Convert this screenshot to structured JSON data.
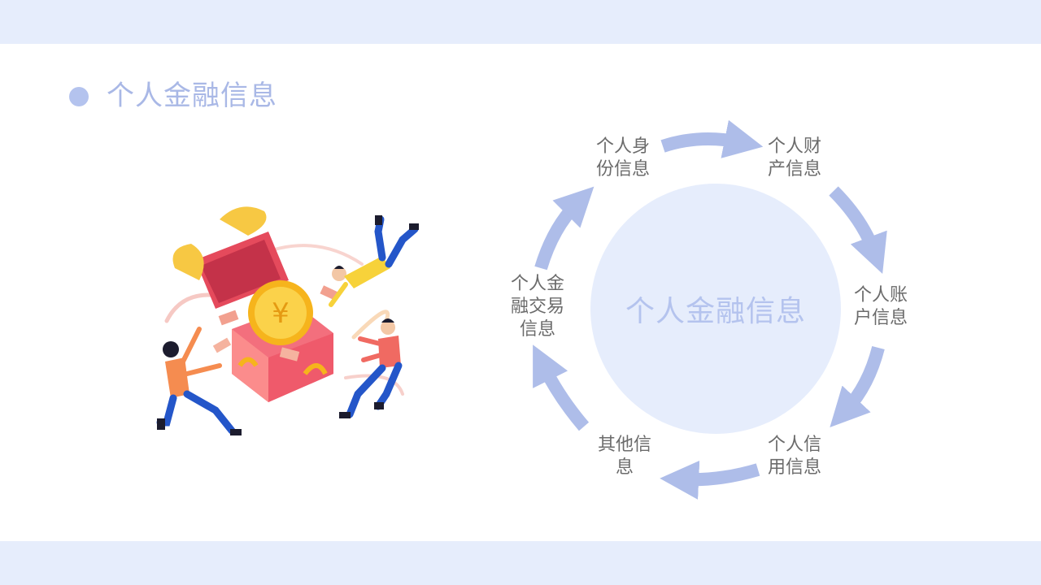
{
  "slide": {
    "title": "个人金融信息"
  },
  "diagram": {
    "center_label": "个人金融信息",
    "nodes": [
      {
        "id": "identity",
        "text": "个人身\n份信息"
      },
      {
        "id": "property",
        "text": "个人财\n产信息"
      },
      {
        "id": "account",
        "text": "个人账\n户信息"
      },
      {
        "id": "credit",
        "text": "个人信\n用信息"
      },
      {
        "id": "other",
        "text": "其他信\n息"
      },
      {
        "id": "transaction",
        "text": "个人金\n融交易\n信息"
      }
    ]
  },
  "colors": {
    "band": "#e6edfc",
    "accent": "#b4c3ee",
    "arrow": "#aebde9",
    "node_text": "#6b6b6b"
  },
  "illustration": {
    "description_icon": "gift-box-coin-people-illustration"
  }
}
